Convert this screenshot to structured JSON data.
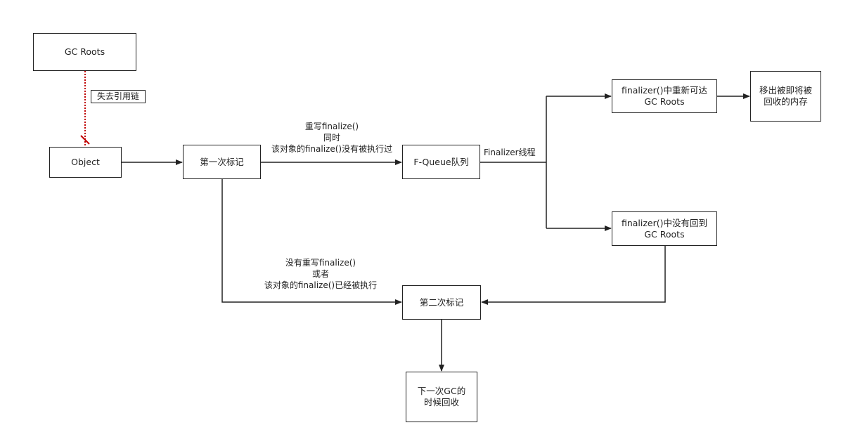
{
  "nodes": {
    "gc_roots": "GC Roots",
    "object": "Object",
    "first_mark": "第一次标记",
    "fqueue": "F-Queue队列",
    "reach_gc_roots": "finalizer()中重新可达\nGC Roots",
    "remove": "移出被即将被\n回收的内存",
    "not_reach_gc_roots": "finalizer()中没有回到\nGC Roots",
    "second_mark": "第二次标记",
    "next_gc": "下一次GC的\n时候回收"
  },
  "labels": {
    "lost_reference": "失去引用链",
    "overridden": "重写finalize()\n同时\n该对象的finalize()没有被执行过",
    "finalizer_thread": "Finalizer线程",
    "not_overridden": "没有重写finalize()\n或者\n该对象的finalize()已经被执行"
  },
  "colors": {
    "line": "#222222",
    "reference_link": "#c00000"
  }
}
